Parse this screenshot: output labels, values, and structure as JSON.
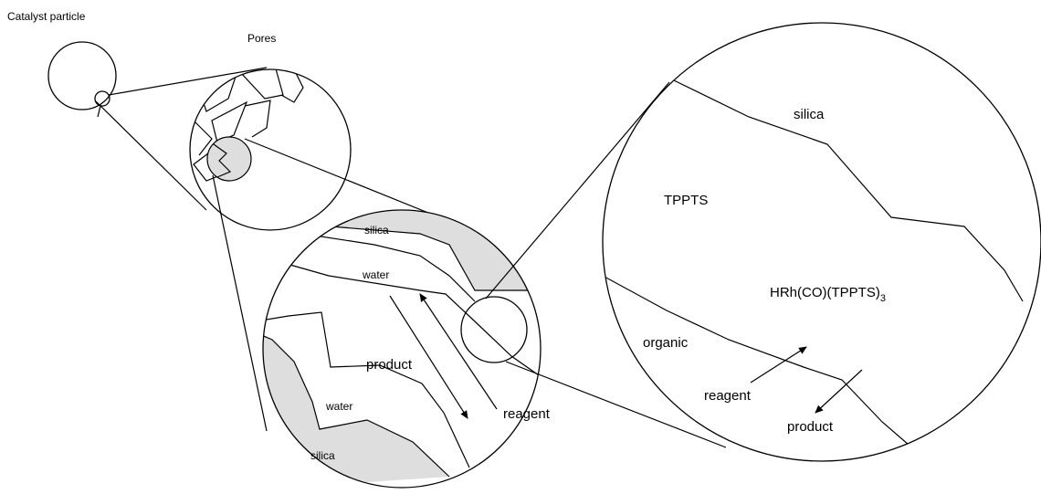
{
  "labels": {
    "catalyst_particle": "Catalyst particle",
    "pores": "Pores",
    "mid_silica_top": "silica",
    "mid_water_top": "water",
    "mid_product": "product",
    "mid_water_bottom": "water",
    "mid_reagent": "reagent",
    "mid_silica_bottom": "silica",
    "big_silica": "silica",
    "big_tppts": "TPPTS",
    "big_complex_main": "HRh(CO)(TPPTS)",
    "big_complex_sub": "3",
    "big_organic": "organic",
    "big_reagent": "reagent",
    "big_product": "product"
  },
  "colors": {
    "line": "#000000",
    "silica_fill": "#dedede",
    "background": "#ffffff"
  }
}
